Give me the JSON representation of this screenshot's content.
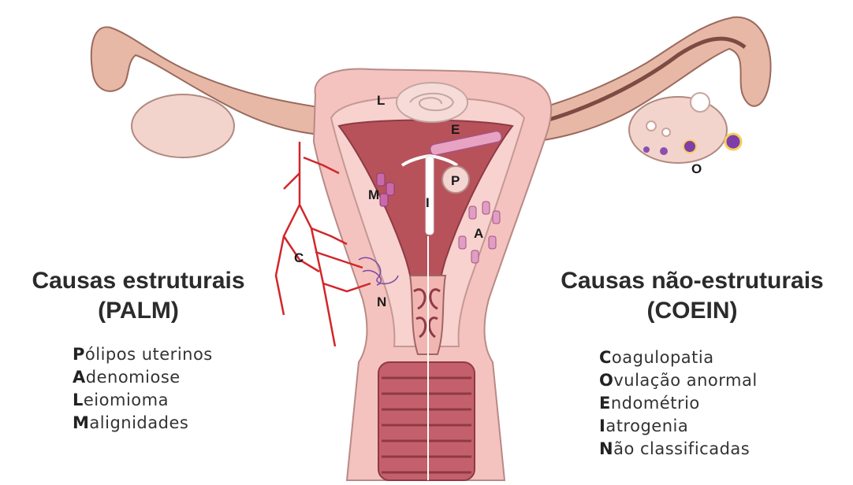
{
  "left": {
    "title_line1": "Causas estruturais",
    "title_line2": "(PALM)",
    "items": [
      {
        "initial": "P",
        "rest": "ólipos uterinos"
      },
      {
        "initial": "A",
        "rest": "denomiose"
      },
      {
        "initial": "L",
        "rest": "eiomioma"
      },
      {
        "initial": "M",
        "rest": "alignidades"
      }
    ]
  },
  "right": {
    "title_line1": "Causas não-estruturais",
    "title_line2": "(COEIN)",
    "items": [
      {
        "initial": "C",
        "rest": "oagulopatia"
      },
      {
        "initial": "O",
        "rest": "vulação anormal"
      },
      {
        "initial": "E",
        "rest": "ndométrio"
      },
      {
        "initial": "I",
        "rest": "atrogenia"
      },
      {
        "initial": "N",
        "rest": "ão classificadas"
      }
    ]
  },
  "markers": {
    "L": "L",
    "E": "E",
    "P": "P",
    "M": "M",
    "I": "I",
    "A": "A",
    "C": "C",
    "N": "N",
    "O": "O"
  },
  "colors": {
    "tissue": "#f4c3bf",
    "tube": "#e6b0a0",
    "cavity": "#b8525a",
    "vessel": "#d2262a",
    "lesion": "#c86aa8"
  }
}
